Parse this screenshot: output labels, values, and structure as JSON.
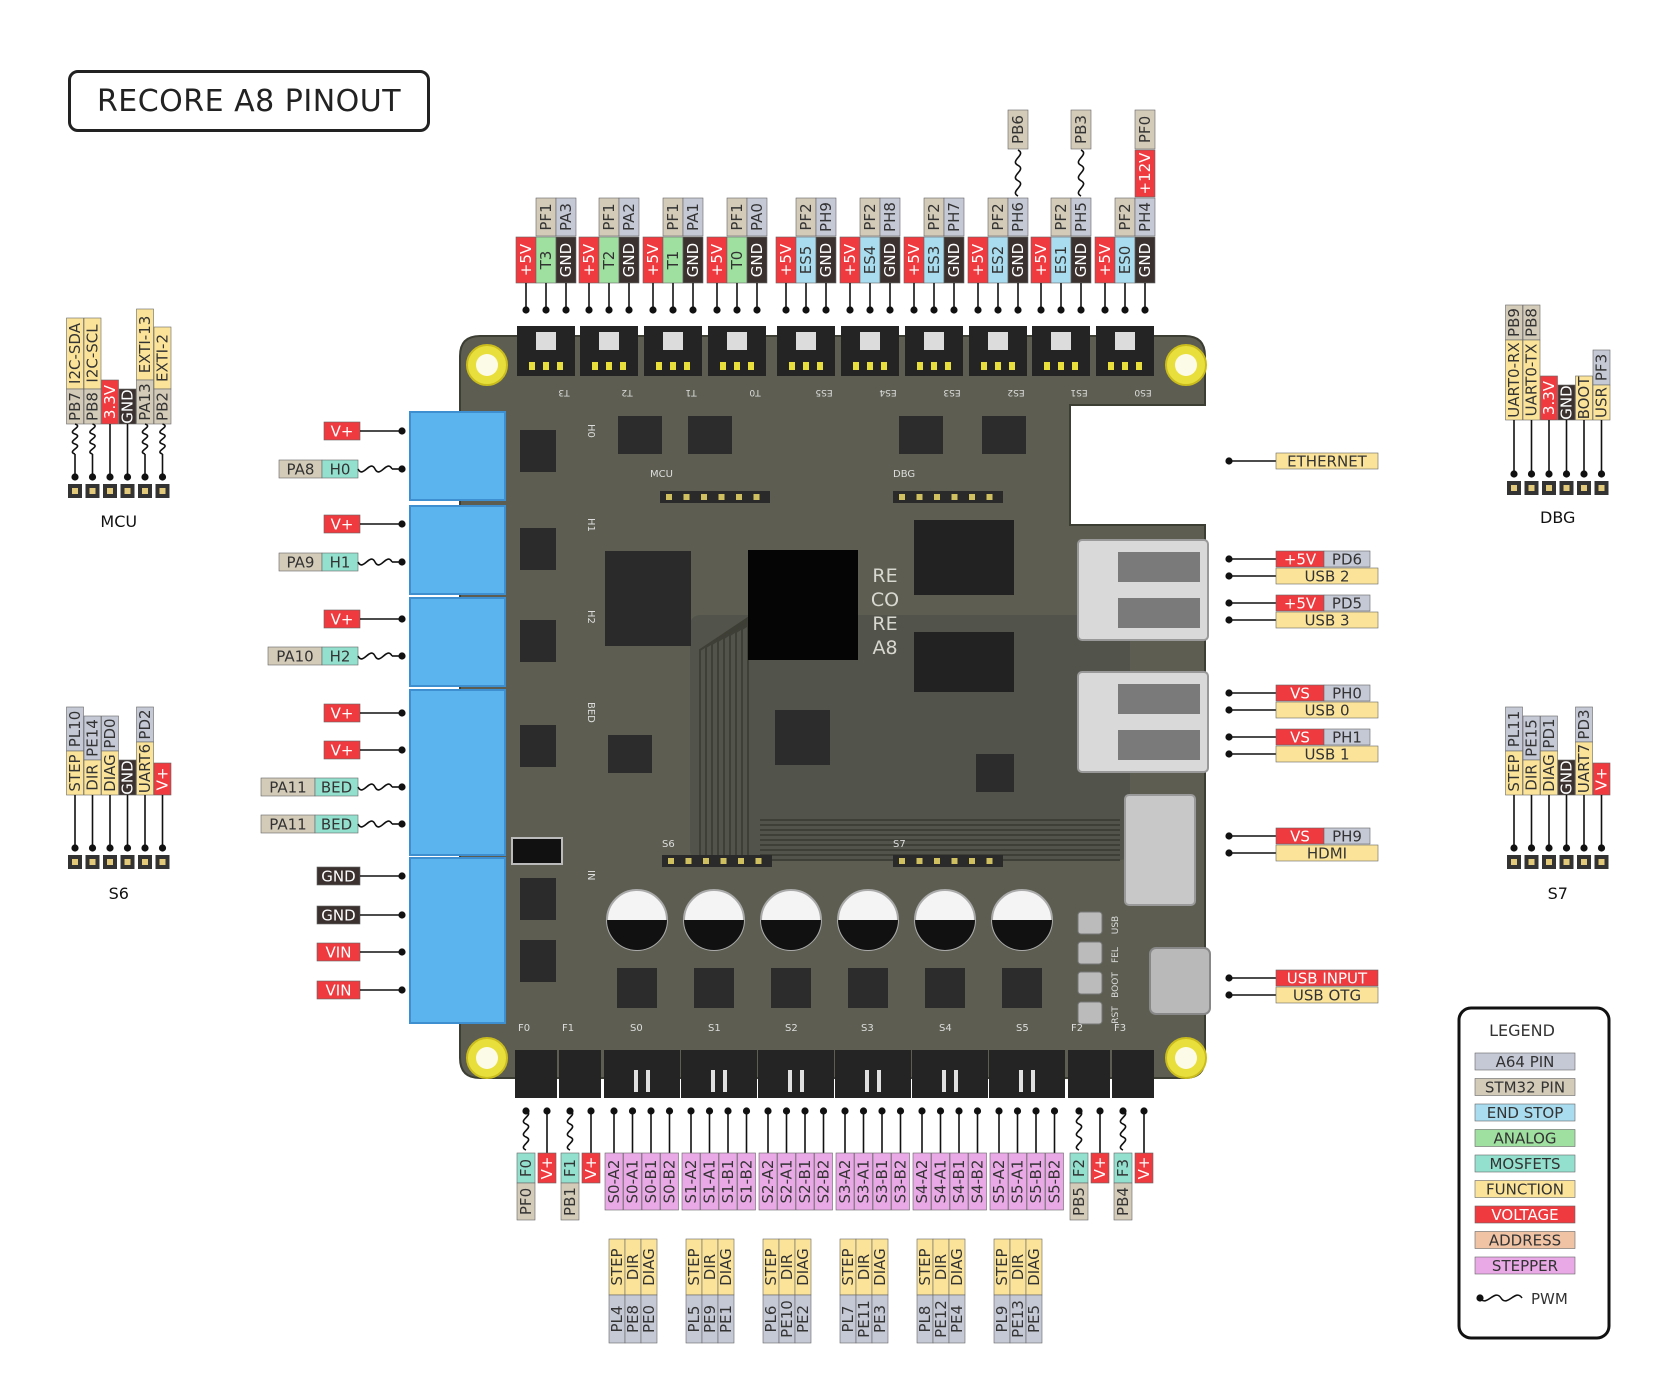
{
  "title": "RECORE A8 PINOUT",
  "colors": {
    "a64": "#c5c9d6",
    "stm32": "#d3cab8",
    "endstop": "#a9dcee",
    "analog": "#9fe0a0",
    "mosfet": "#94e0cf",
    "function": "#fbe49a",
    "voltage": "#ef3a3f",
    "address": "#f0c3a5",
    "stepper": "#e9a9e6",
    "gnd": "#3b3230",
    "board": "#5d5e51",
    "terminal": "#5bb4ee"
  },
  "board": {
    "logo": [
      "RE",
      "CO",
      "RE",
      "A8"
    ],
    "top_silk": [
      "T3",
      "T2",
      "T1",
      "T0",
      "ES5",
      "ES4",
      "ES3",
      "ES2",
      "ES1",
      "ES0"
    ],
    "left_silk": [
      "H0",
      "H1",
      "H2",
      "BED",
      "IN"
    ],
    "bottom_silk": [
      "F0",
      "F1",
      "S0",
      "S1",
      "S2",
      "S3",
      "S4",
      "S5",
      "F2",
      "F3"
    ],
    "header_silk": [
      "MCU",
      "DBG",
      "S6",
      "S7"
    ],
    "button_silk": [
      "USB",
      "FEL",
      "BOOT",
      "RST"
    ]
  },
  "top_connectors": [
    {
      "signal": [
        "PF1",
        "PA3"
      ],
      "pins": [
        {
          "t": "+5V",
          "c": "voltage"
        },
        {
          "t": "T3",
          "c": "analog"
        },
        {
          "t": "GND",
          "c": "gnd"
        }
      ]
    },
    {
      "signal": [
        "PF1",
        "PA2"
      ],
      "pins": [
        {
          "t": "+5V",
          "c": "voltage"
        },
        {
          "t": "T2",
          "c": "analog"
        },
        {
          "t": "GND",
          "c": "gnd"
        }
      ]
    },
    {
      "signal": [
        "PF1",
        "PA1"
      ],
      "pins": [
        {
          "t": "+5V",
          "c": "voltage"
        },
        {
          "t": "T1",
          "c": "analog"
        },
        {
          "t": "GND",
          "c": "gnd"
        }
      ]
    },
    {
      "signal": [
        "PF1",
        "PA0"
      ],
      "pins": [
        {
          "t": "+5V",
          "c": "voltage"
        },
        {
          "t": "T0",
          "c": "analog"
        },
        {
          "t": "GND",
          "c": "gnd"
        }
      ]
    },
    {
      "signal": [
        "PF2",
        "PH9"
      ],
      "pins": [
        {
          "t": "+5V",
          "c": "voltage"
        },
        {
          "t": "ES5",
          "c": "endstop"
        },
        {
          "t": "GND",
          "c": "gnd"
        }
      ]
    },
    {
      "signal": [
        "PF2",
        "PH8"
      ],
      "pins": [
        {
          "t": "+5V",
          "c": "voltage"
        },
        {
          "t": "ES4",
          "c": "endstop"
        },
        {
          "t": "GND",
          "c": "gnd"
        }
      ]
    },
    {
      "signal": [
        "PF2",
        "PH7"
      ],
      "pins": [
        {
          "t": "+5V",
          "c": "voltage"
        },
        {
          "t": "ES3",
          "c": "endstop"
        },
        {
          "t": "GND",
          "c": "gnd"
        }
      ]
    },
    {
      "signal": [
        "PF2",
        "PH6"
      ],
      "extra": "PB6",
      "pins": [
        {
          "t": "+5V",
          "c": "voltage"
        },
        {
          "t": "ES2",
          "c": "endstop"
        },
        {
          "t": "GND",
          "c": "gnd"
        }
      ]
    },
    {
      "signal": [
        "PF2",
        "PH5"
      ],
      "extra": "PB3",
      "pins": [
        {
          "t": "+5V",
          "c": "voltage"
        },
        {
          "t": "ES1",
          "c": "endstop"
        },
        {
          "t": "GND",
          "c": "gnd"
        }
      ]
    },
    {
      "signal": [
        "PF2",
        "PH4"
      ],
      "extra": "PF0",
      "extra_voltage": "+12V",
      "pins": [
        {
          "t": "+5V",
          "c": "voltage"
        },
        {
          "t": "ES0",
          "c": "endstop"
        },
        {
          "t": "GND",
          "c": "gnd"
        }
      ]
    }
  ],
  "left_labels": [
    {
      "pins": [
        {
          "t": "V+",
          "c": "voltage"
        }
      ]
    },
    {
      "pins": [
        {
          "t": "PA8",
          "c": "stm32"
        },
        {
          "t": "H0",
          "c": "mosfet"
        }
      ],
      "pwm": true
    },
    {
      "pins": [
        {
          "t": "V+",
          "c": "voltage"
        }
      ]
    },
    {
      "pins": [
        {
          "t": "PA9",
          "c": "stm32"
        },
        {
          "t": "H1",
          "c": "mosfet"
        }
      ],
      "pwm": true
    },
    {
      "pins": [
        {
          "t": "V+",
          "c": "voltage"
        }
      ]
    },
    {
      "pins": [
        {
          "t": "PA10",
          "c": "stm32"
        },
        {
          "t": "H2",
          "c": "mosfet"
        }
      ],
      "pwm": true
    },
    {
      "pins": [
        {
          "t": "V+",
          "c": "voltage"
        }
      ]
    },
    {
      "pins": [
        {
          "t": "V+",
          "c": "voltage"
        }
      ]
    },
    {
      "pins": [
        {
          "t": "PA11",
          "c": "stm32"
        },
        {
          "t": "BED",
          "c": "mosfet"
        }
      ],
      "pwm": true
    },
    {
      "pins": [
        {
          "t": "PA11",
          "c": "stm32"
        },
        {
          "t": "BED",
          "c": "mosfet"
        }
      ],
      "pwm": true
    },
    {
      "pins": [
        {
          "t": "GND",
          "c": "gnd"
        }
      ]
    },
    {
      "pins": [
        {
          "t": "GND",
          "c": "gnd"
        }
      ]
    },
    {
      "pins": [
        {
          "t": "VIN",
          "c": "voltage"
        }
      ]
    },
    {
      "pins": [
        {
          "t": "VIN",
          "c": "voltage"
        }
      ]
    }
  ],
  "right_labels": [
    {
      "pins": [
        {
          "t": "ETHERNET",
          "c": "function"
        }
      ]
    },
    {
      "pins": [
        {
          "t": "+5V",
          "c": "voltage"
        },
        {
          "t": "PD6",
          "c": "a64"
        }
      ]
    },
    {
      "pins": [
        {
          "t": "USB 2",
          "c": "function"
        }
      ]
    },
    {
      "pins": [
        {
          "t": "+5V",
          "c": "voltage"
        },
        {
          "t": "PD5",
          "c": "a64"
        }
      ]
    },
    {
      "pins": [
        {
          "t": "USB 3",
          "c": "function"
        }
      ]
    },
    {
      "pins": [
        {
          "t": "VS",
          "c": "voltage"
        },
        {
          "t": "PH0",
          "c": "a64"
        }
      ]
    },
    {
      "pins": [
        {
          "t": "USB 0",
          "c": "function"
        }
      ]
    },
    {
      "pins": [
        {
          "t": "VS",
          "c": "voltage"
        },
        {
          "t": "PH1",
          "c": "a64"
        }
      ]
    },
    {
      "pins": [
        {
          "t": "USB 1",
          "c": "function"
        }
      ]
    },
    {
      "pins": [
        {
          "t": "VS",
          "c": "voltage"
        },
        {
          "t": "PH9",
          "c": "a64"
        }
      ]
    },
    {
      "pins": [
        {
          "t": "HDMI",
          "c": "function"
        }
      ]
    },
    {
      "pins": [
        {
          "t": "USB INPUT",
          "c": "voltage"
        }
      ]
    },
    {
      "pins": [
        {
          "t": "USB OTG",
          "c": "function"
        }
      ]
    }
  ],
  "headers": {
    "mcu": {
      "name": "MCU",
      "columns": [
        {
          "top": [
            {
              "t": "I2C-SDA",
              "c": "function"
            }
          ],
          "bottom": [
            {
              "t": "PB7",
              "c": "stm32"
            }
          ],
          "pwm": true
        },
        {
          "top": [
            {
              "t": "I2C-SCL",
              "c": "function"
            }
          ],
          "bottom": [
            {
              "t": "PB8",
              "c": "stm32"
            }
          ],
          "pwm": true
        },
        {
          "bottom": [
            {
              "t": "3.3V",
              "c": "voltage"
            }
          ]
        },
        {
          "bottom": [
            {
              "t": "GND",
              "c": "gnd"
            }
          ]
        },
        {
          "top": [
            {
              "t": "EXTI-13",
              "c": "function"
            }
          ],
          "bottom": [
            {
              "t": "PA13",
              "c": "stm32"
            }
          ],
          "pwm": true
        },
        {
          "top": [
            {
              "t": "EXTI-2",
              "c": "function"
            }
          ],
          "bottom": [
            {
              "t": "PB2",
              "c": "stm32"
            }
          ],
          "pwm": true
        }
      ]
    },
    "dbg": {
      "name": "DBG",
      "columns": [
        {
          "top": [
            {
              "t": "PB9",
              "c": "stm32"
            }
          ],
          "bottom": [
            {
              "t": "UART0-RX",
              "c": "function"
            }
          ]
        },
        {
          "top": [
            {
              "t": "PB8",
              "c": "stm32"
            }
          ],
          "bottom": [
            {
              "t": "UART0-TX",
              "c": "function"
            }
          ]
        },
        {
          "bottom": [
            {
              "t": "3.3V",
              "c": "voltage"
            }
          ]
        },
        {
          "bottom": [
            {
              "t": "GND",
              "c": "gnd"
            }
          ]
        },
        {
          "bottom": [
            {
              "t": "BOOT",
              "c": "function"
            }
          ]
        },
        {
          "top": [
            {
              "t": "PF3",
              "c": "a64"
            }
          ],
          "bottom": [
            {
              "t": "USR",
              "c": "function"
            }
          ]
        }
      ]
    },
    "s6": {
      "name": "S6",
      "columns": [
        {
          "top": [
            {
              "t": "PL10",
              "c": "a64"
            }
          ],
          "bottom": [
            {
              "t": "STEP",
              "c": "function"
            }
          ]
        },
        {
          "top": [
            {
              "t": "PE14",
              "c": "a64"
            }
          ],
          "bottom": [
            {
              "t": "DIR",
              "c": "function"
            }
          ]
        },
        {
          "top": [
            {
              "t": "PD0",
              "c": "a64"
            }
          ],
          "bottom": [
            {
              "t": "DIAG",
              "c": "function"
            }
          ]
        },
        {
          "bottom": [
            {
              "t": "GND",
              "c": "gnd"
            }
          ]
        },
        {
          "top": [
            {
              "t": "PD2",
              "c": "a64"
            }
          ],
          "bottom": [
            {
              "t": "UART6",
              "c": "function"
            }
          ]
        },
        {
          "bottom": [
            {
              "t": "V+",
              "c": "voltage"
            }
          ]
        }
      ]
    },
    "s7": {
      "name": "S7",
      "columns": [
        {
          "top": [
            {
              "t": "PL11",
              "c": "a64"
            }
          ],
          "bottom": [
            {
              "t": "STEP",
              "c": "function"
            }
          ]
        },
        {
          "top": [
            {
              "t": "PE15",
              "c": "a64"
            }
          ],
          "bottom": [
            {
              "t": "DIR",
              "c": "function"
            }
          ]
        },
        {
          "top": [
            {
              "t": "PD1",
              "c": "a64"
            }
          ],
          "bottom": [
            {
              "t": "DIAG",
              "c": "function"
            }
          ]
        },
        {
          "bottom": [
            {
              "t": "GND",
              "c": "gnd"
            }
          ]
        },
        {
          "top": [
            {
              "t": "PD3",
              "c": "a64"
            }
          ],
          "bottom": [
            {
              "t": "UART7",
              "c": "function"
            }
          ]
        },
        {
          "bottom": [
            {
              "t": "V+",
              "c": "voltage"
            }
          ]
        }
      ]
    }
  },
  "bottom_fans": [
    {
      "pins": [
        {
          "t": "F0",
          "c": "mosfet"
        },
        {
          "t": "PF0",
          "c": "stm32"
        }
      ],
      "pwm": true
    },
    {
      "pins": [
        {
          "t": "V+",
          "c": "voltage"
        }
      ]
    },
    {
      "pins": [
        {
          "t": "F1",
          "c": "mosfet"
        },
        {
          "t": "PB1",
          "c": "stm32"
        }
      ],
      "pwm": true
    },
    {
      "pins": [
        {
          "t": "V+",
          "c": "voltage"
        }
      ]
    },
    {
      "pins": [
        {
          "t": "F2",
          "c": "mosfet"
        },
        {
          "t": "PB5",
          "c": "stm32"
        }
      ],
      "pwm": true
    },
    {
      "pins": [
        {
          "t": "V+",
          "c": "voltage"
        }
      ]
    },
    {
      "pins": [
        {
          "t": "F3",
          "c": "mosfet"
        },
        {
          "t": "PB4",
          "c": "stm32"
        }
      ],
      "pwm": true
    },
    {
      "pins": [
        {
          "t": "V+",
          "c": "voltage"
        }
      ]
    }
  ],
  "steppers": [
    {
      "pins": [
        "S0-A2",
        "S0-A1",
        "S0-B1",
        "S0-B2"
      ],
      "step": "PL4",
      "dir": "PE8",
      "diag": "PE0"
    },
    {
      "pins": [
        "S1-A2",
        "S1-A1",
        "S1-B1",
        "S1-B2"
      ],
      "step": "PL5",
      "dir": "PE9",
      "diag": "PE1"
    },
    {
      "pins": [
        "S2-A2",
        "S2-A1",
        "S2-B1",
        "S2-B2"
      ],
      "step": "PL6",
      "dir": "PE10",
      "diag": "PE2"
    },
    {
      "pins": [
        "S3-A2",
        "S3-A1",
        "S3-B1",
        "S3-B2"
      ],
      "step": "PL7",
      "dir": "PE11",
      "diag": "PE3"
    },
    {
      "pins": [
        "S4-A2",
        "S4-A1",
        "S4-B1",
        "S4-B2"
      ],
      "step": "PL8",
      "dir": "PE12",
      "diag": "PE4"
    },
    {
      "pins": [
        "S5-A2",
        "S5-A1",
        "S5-B1",
        "S5-B2"
      ],
      "step": "PL9",
      "dir": "PE13",
      "diag": "PE5"
    }
  ],
  "stepper_function_labels": [
    "STEP",
    "DIR",
    "DIAG"
  ],
  "legend": {
    "title": "LEGEND",
    "items": [
      {
        "label": "A64 PIN",
        "c": "a64"
      },
      {
        "label": "STM32 PIN",
        "c": "stm32"
      },
      {
        "label": "END STOP",
        "c": "endstop"
      },
      {
        "label": "ANALOG",
        "c": "analog"
      },
      {
        "label": "MOSFETS",
        "c": "mosfet"
      },
      {
        "label": "FUNCTION",
        "c": "function"
      },
      {
        "label": "VOLTAGE",
        "c": "voltage"
      },
      {
        "label": "ADDRESS",
        "c": "address"
      },
      {
        "label": "STEPPER",
        "c": "stepper"
      }
    ],
    "pwm_label": "PWM"
  }
}
